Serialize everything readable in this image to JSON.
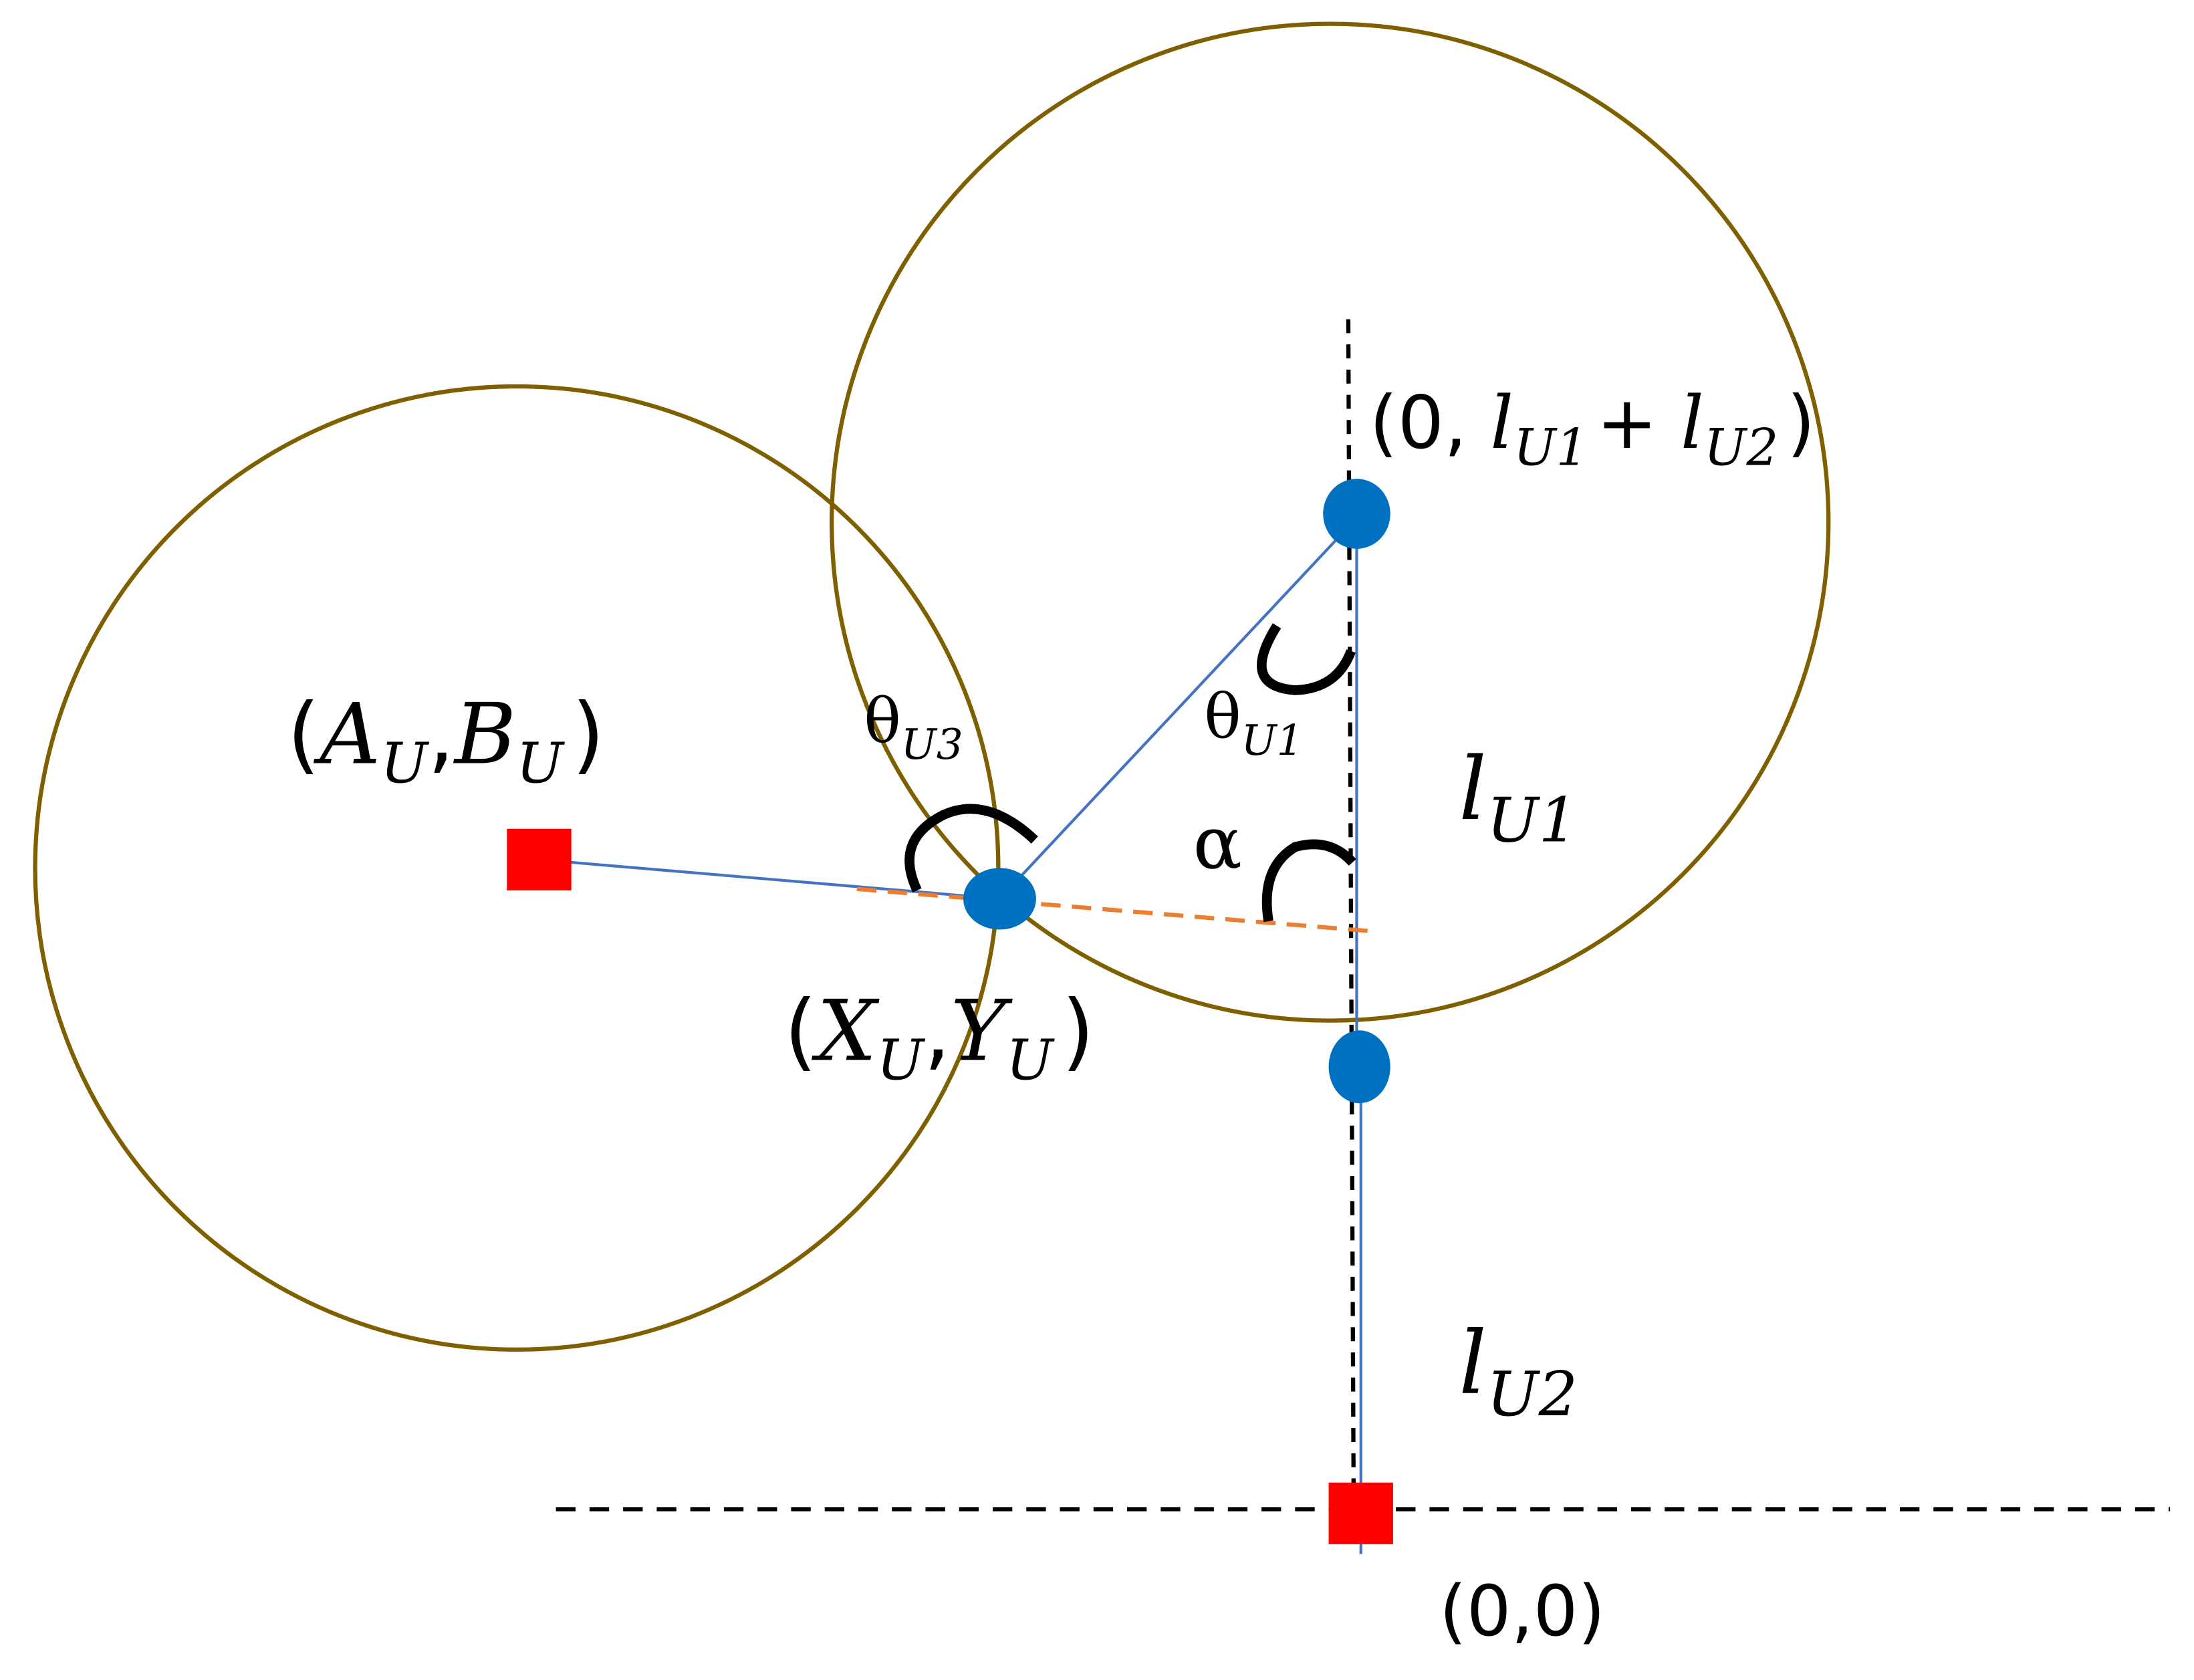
{
  "colors": {
    "circle": "#7f6000",
    "link": "#4472c4",
    "joint": "#0070c0",
    "base": "#ff0000",
    "alpha_line": "#ed7d31",
    "axis": "#000000"
  },
  "labels": {
    "top_point": {
      "open": "(0, ",
      "l1": "l",
      "l1_sub": "U1",
      "plus": "+ ",
      "l2": "l",
      "l2_sub": "U2",
      "close": ")"
    },
    "target": {
      "open": "(",
      "a": "A",
      "a_sub": "U",
      "comma": ",",
      "b": "B",
      "b_sub": "U",
      "close": ")"
    },
    "end_effector": {
      "open": "(",
      "x": "X",
      "x_sub": "U",
      "comma": ",",
      "y": "Y",
      "y_sub": "U",
      "close": ")"
    },
    "theta3": {
      "symbol": "θ",
      "sub": "U3"
    },
    "theta1": {
      "symbol": "θ",
      "sub": "U1"
    },
    "alpha": {
      "symbol": "α"
    },
    "link1": {
      "symbol": "l",
      "sub": "U1"
    },
    "link2": {
      "symbol": "l",
      "sub": "U2"
    },
    "origin": "(0,0)"
  }
}
